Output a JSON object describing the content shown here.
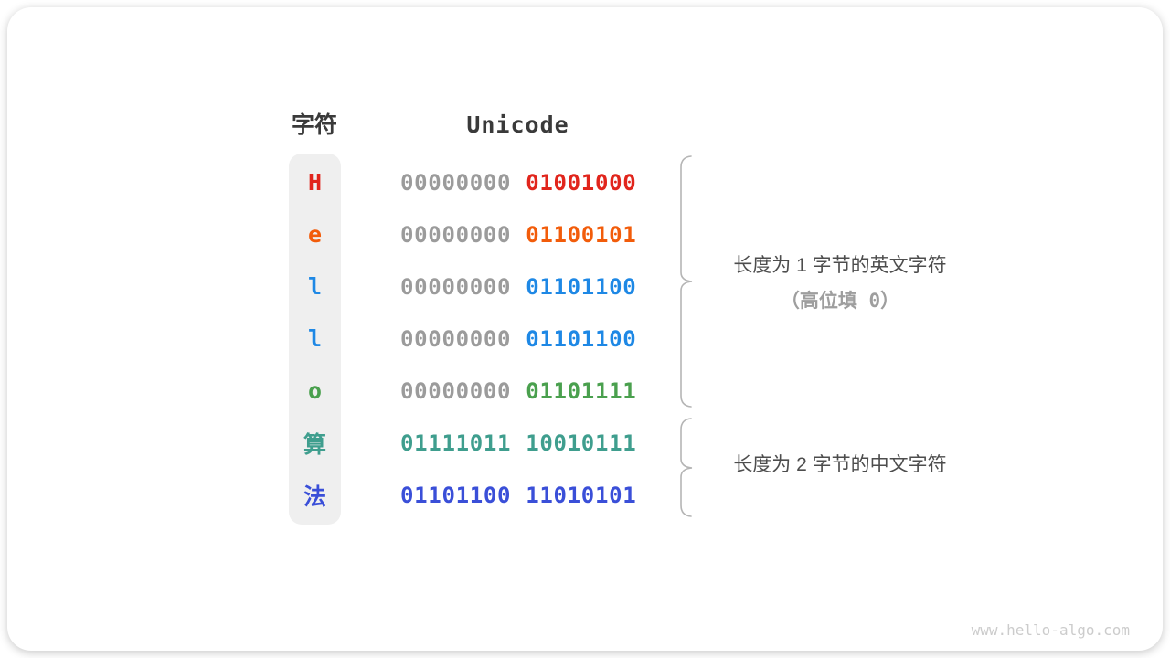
{
  "watermark": "www.hello-algo.com",
  "table": {
    "headers": {
      "char": "字符",
      "unicode": "Unicode"
    },
    "rows": [
      {
        "char": "H",
        "char_color": "#e1251c",
        "byte1": "00000000",
        "byte1_color": "#9b9b9b",
        "byte2": "01001000",
        "byte2_color": "#e1251c"
      },
      {
        "char": "e",
        "char_color": "#f25c0a",
        "byte1": "00000000",
        "byte1_color": "#9b9b9b",
        "byte2": "01100101",
        "byte2_color": "#f25c0a"
      },
      {
        "char": "l",
        "char_color": "#1e88e5",
        "byte1": "00000000",
        "byte1_color": "#9b9b9b",
        "byte2": "01101100",
        "byte2_color": "#1e88e5"
      },
      {
        "char": "l",
        "char_color": "#1e88e5",
        "byte1": "00000000",
        "byte1_color": "#9b9b9b",
        "byte2": "01101100",
        "byte2_color": "#1e88e5"
      },
      {
        "char": "o",
        "char_color": "#4aa04e",
        "byte1": "00000000",
        "byte1_color": "#9b9b9b",
        "byte2": "01101111",
        "byte2_color": "#4aa04e"
      },
      {
        "char": "算",
        "char_color": "#3f9e8e",
        "byte1": "01111011",
        "byte1_color": "#3f9e8e",
        "byte2": "10010111",
        "byte2_color": "#3f9e8e"
      },
      {
        "char": "法",
        "char_color": "#3a4fd8",
        "byte1": "01101100",
        "byte1_color": "#3a4fd8",
        "byte2": "11010101",
        "byte2_color": "#3a4fd8"
      }
    ]
  },
  "annotations": {
    "english": {
      "line1": "长度为 1 字节的英文字符",
      "line2": "（高位填 0）"
    },
    "chinese": {
      "line1": "长度为 2 字节的中文字符"
    }
  },
  "colors": {
    "red": "#e1251c",
    "orange": "#f25c0a",
    "blue": "#1e88e5",
    "green": "#4aa04e",
    "teal": "#3f9e8e",
    "indigo": "#3a4fd8",
    "gray_byte": "#9b9b9b",
    "column_background": "#efefef",
    "header_text": "#3a3a3a",
    "annotation_text": "#4d4d4d",
    "annotation_muted": "#9e9e9e",
    "brace": "#b5b5b5",
    "watermark_text": "#cccccc"
  }
}
